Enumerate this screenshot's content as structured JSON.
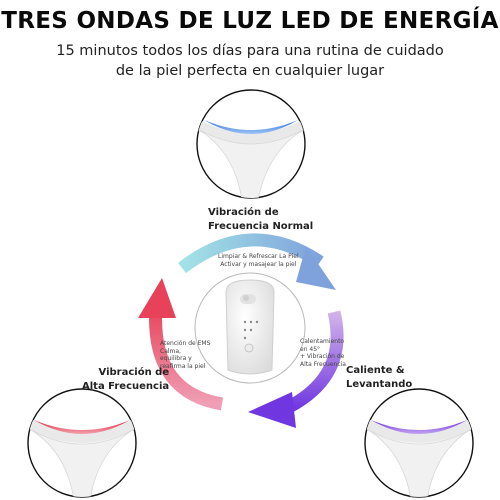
{
  "title": "TRES ONDAS DE LUZ LED DE ENERGÍA",
  "subtitle_line1": "15 minutos todos los días para una rutina de cuidado",
  "subtitle_line2": "de la piel perfecta en cualquier lugar",
  "modes": [
    {
      "label_line1": "Vibración de",
      "label_line2": "Frecuencia Normal",
      "desc_line1": "Limpiar & Refrescar La Piel",
      "desc_line2": "Activar y masajear la piel",
      "light_color": "#4f8ff0"
    },
    {
      "label_line1": "Caliente &",
      "label_line2": "Levantando",
      "desc_line1": "Calentamiento",
      "desc_line2": "en 45°",
      "desc_line3": "+ Vibración de",
      "desc_line4": "Alta Frecuencia",
      "light_color": "#8a4ee8"
    },
    {
      "label_line1": "Vibración de",
      "label_line2": "Alta Frecuencia",
      "desc_line1": "Atención de EMS",
      "desc_line2": "Calma,",
      "desc_line3": "equilibra y",
      "desc_line4": "reafirma la piel",
      "light_color": "#ec4d5a"
    }
  ],
  "colors": {
    "arrow_blue_start": "#9fe0e8",
    "arrow_blue_end": "#7fa6dd",
    "arrow_purple_start": "#c9a6e6",
    "arrow_purple_end": "#7a3fe0",
    "arrow_red_start": "#e9b4c9",
    "arrow_red_end": "#e84a5b"
  }
}
